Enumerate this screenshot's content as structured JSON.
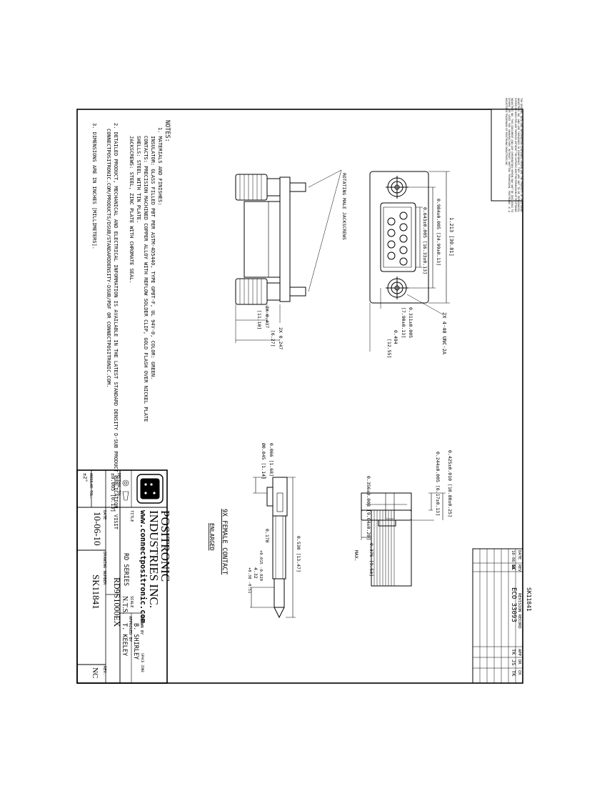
{
  "notes": {
    "heading": "NOTES:",
    "lines": [
      "1. MATERIALS AND FINISHES:",
      "INSULATOR: GLASS FILLED PBT PER ASTM-4D5440, TYPE GPBT-F, UL 94V-0, COLOR: GREEN.",
      "CONTACTS: PRECISION MACHINED COPPER ALLOY WITH REFLOW SOLDER CLIP, GOLD FLASH OVER NICKEL PLATE",
      "SHELLS: STEEL WITH TIN PLATE.",
      "JACKSCREWS: STEEL, ZINC PLATE WITH CHROMATE SEAL.",
      "2. DETAILED PRODUCT, MECHANICAL AND ELECTRICAL INFORMATION IS AVAILABLE IN THE LATEST STANDARD DENSITY D-SUB PRODUCT PUBLICATION, VISIT",
      "CONNECTPOSITRONIC.COM/PRODUCTS/DSUB/STANDARDDENSITY-DSUB/PDF OR CONNECTPOSITRONIC.COM.",
      "3. DIMENSIONS ARE IN INCHES [MILLIMETERS]."
    ]
  },
  "disclaimer": "THE DESIGNS, DATA AND INFORMATION CONTAINED HEREIN ARE THE PROPERTY OF POSITRONIC INDUSTRIES INC. AND ARE FURNISHED IN CONFIDENCE. THEY ARE NOT TO BE REPRODUCED, COPIED OR USED FOR ANY PURPOSE WITHOUT THE EXPRESS WRITTEN PERMISSION OF POSITRONIC INDUSTRIES INC. THIS DOCUMENT AND ANY INFORMATION HEREIN MAY NOT BE DISCLOSED TO OTHERS OR USED FOR MANUFACTURE WITHOUT WRITTEN PERMISSION. POSITRONIC IS A REGISTERED TRADEMARK OF POSITRONIC INDUSTRIES INC.",
  "front_view": {
    "dim_overall": "1.213 [30.81]",
    "dim_shell_a": "0.984±0.005 [24.99±0.13]",
    "dim_shell_b": "0.643±0.005 [16.33±0.13]",
    "dim_height_a": "0.311±0.005",
    "dim_height_a_mm": "[7.90±0.13]",
    "dim_height_b": "0.494",
    "dim_height_b_mm": "[12.55]",
    "thread_note": "2X 4-40 UNC-2A"
  },
  "side_view": {
    "callout": "ROTATING MALE JACKSCREWS",
    "dim_a": "2X 0.437",
    "dim_a_mm": "[11.10]",
    "dim_b": "2X 0.247",
    "dim_b_mm": "[6.27]"
  },
  "contact_detail": {
    "title": "9X FEMALE CONTACT",
    "subtitle": "ENLARGED",
    "dim_len": "0.530 [13.47]",
    "dim_dia": "0.066 [1.68]",
    "dim_dia2": "Ø0.045 [1.14]",
    "dim_tip": "0.170",
    "dim_tip_tol": "+0.015 -0.020",
    "dim_tip_mm": "4.32",
    "dim_tip_mm_tol": "+0.38 -0.51"
  },
  "mount_view": {
    "dim_a": "0.425±0.010 [10.80±0.25]",
    "dim_b": "0.244±0.005 [6.17±0.13]",
    "dim_c": "0.356±0.008 [9.04±0.20]",
    "dim_max": "0.375 [9.53]",
    "dim_max_label": "MAX."
  },
  "revision": {
    "drawing_no": "SK11841",
    "headers": [
      "DATE",
      "REV",
      "REVISION RECORD",
      "APP",
      "DR",
      "CK"
    ],
    "row": [
      "10-06-10",
      "NC",
      "ECO 33093",
      "TK",
      "JS",
      "TK"
    ]
  },
  "title_block": {
    "company_line1": "POSITRONIC",
    "company_line2": "INDUSTRIES INC.",
    "website": "www.connectpositronic.com",
    "title_label": "TITLE",
    "series": "RD SERIES",
    "part_no": "RD9S1000EX",
    "scale_label": "SCALE",
    "scale": "N.T.S.",
    "drawn_label": "DRAWN BY",
    "drawn_by": "B. SHIRLEY",
    "approved_label": "APPROVED BY",
    "approved_by": "T. KEELEY",
    "date_label": "DATE",
    "date": "10-06-10",
    "drawing_label": "DRAWING NUMBER",
    "drawing_number": "SK11841",
    "rev_label": "REV.",
    "rev": "NC",
    "decimal_label": "DECIMAL TOL.",
    "decimal_tol": "±0.005 [0.13]",
    "angular_label": "ANGULAR TOL.",
    "angular_tol": "±2°",
    "zone_label": "SPACE ZONE"
  }
}
